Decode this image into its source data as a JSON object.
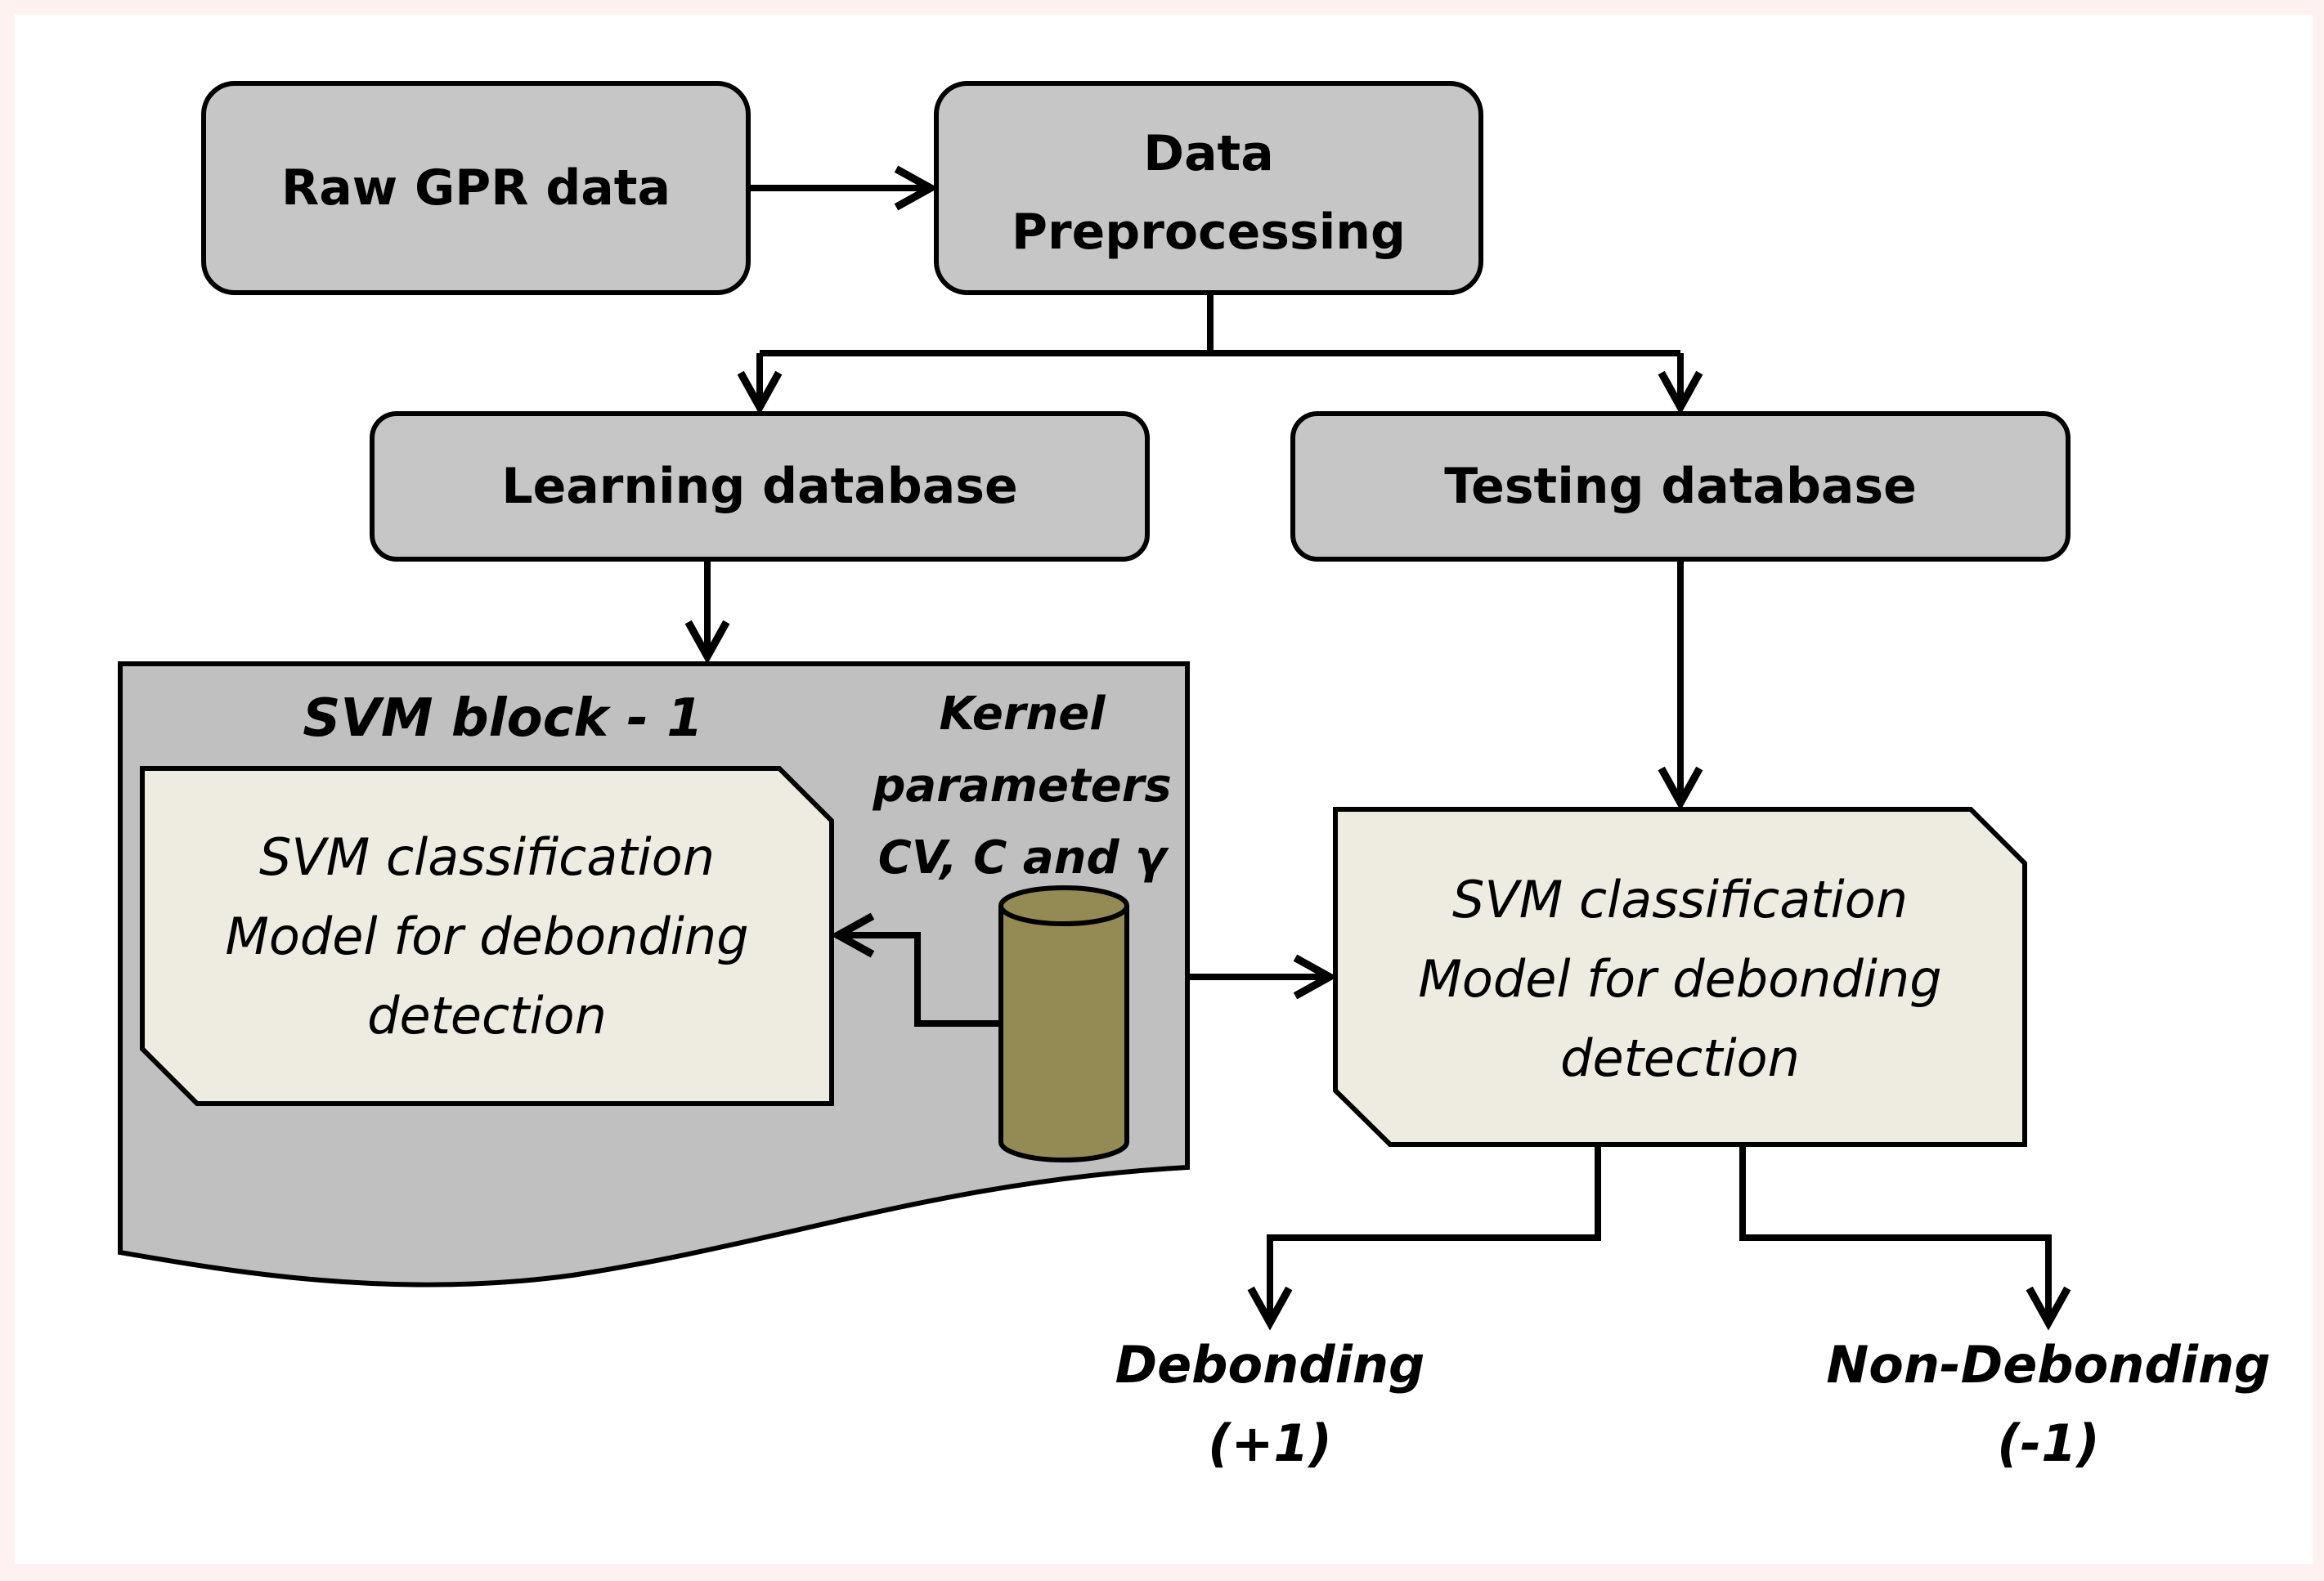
{
  "diagram": {
    "colors": {
      "background": "#ffffff",
      "outer_background": "#fdf2f0",
      "box_fill": "#c6c6c6",
      "svm_block_fill": "#c0c0c0",
      "model_fill": "#eeece1",
      "cylinder_fill": "#948a54",
      "stroke": "#000000"
    },
    "nodes": {
      "raw_gpr": {
        "label": "Raw GPR data"
      },
      "preprocessing": {
        "line1": "Data",
        "line2": "Preprocessing"
      },
      "learning_db": {
        "label": "Learning database"
      },
      "testing_db": {
        "label": "Testing database"
      },
      "svm_block": {
        "title": "SVM block - 1"
      },
      "svm_model_left": {
        "line1": "SVM classification",
        "line2": "Model for debonding",
        "line3": "detection"
      },
      "kernel_params": {
        "line1": "Kernel",
        "line2": "parameters",
        "line3": "CV, C and γ"
      },
      "svm_model_right": {
        "line1": "SVM classification",
        "line2": "Model for debonding",
        "line3": "detection"
      },
      "out_debonding": {
        "line1": "Debonding",
        "line2": "(+1)"
      },
      "out_non_debonding": {
        "line1": "Non-Debonding",
        "line2": "(-1)"
      }
    },
    "icons": {
      "database": "database-cylinder-icon",
      "arrowhead": "arrowhead-icon"
    }
  }
}
